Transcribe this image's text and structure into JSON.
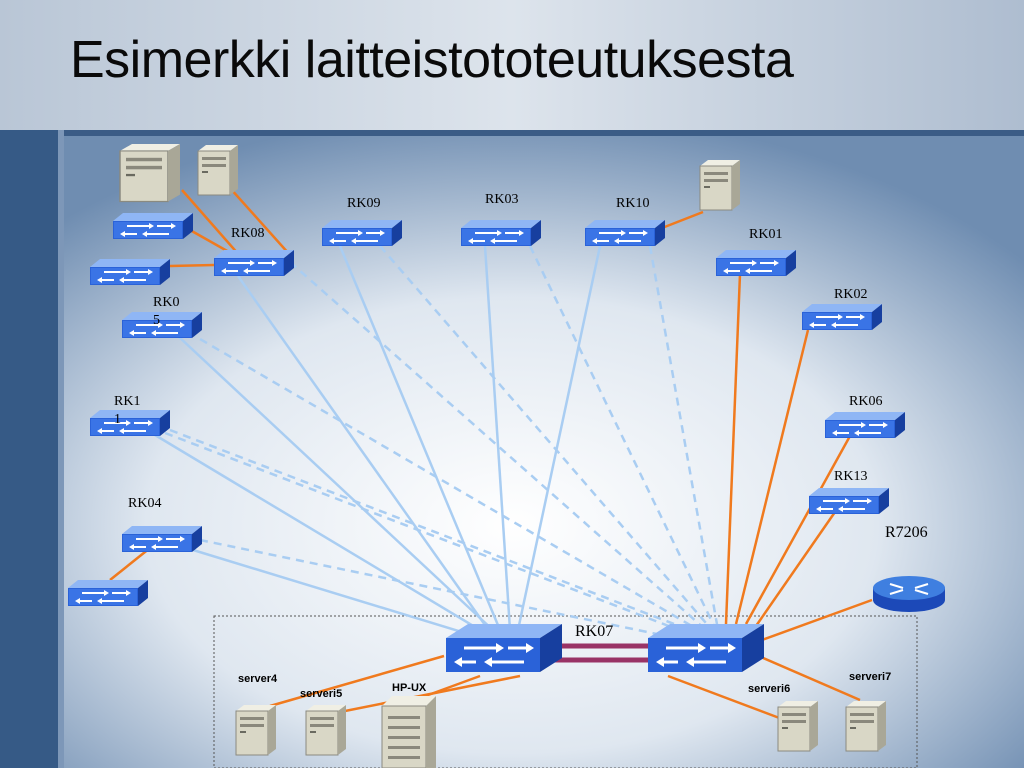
{
  "title": "Esimerkki laitteistototeutuksesta",
  "switch_labels": {
    "rk08": "RK08",
    "rk09": "RK09",
    "rk03": "RK03",
    "rk10": "RK10",
    "rk01": "RK01",
    "rk02": "RK02",
    "rk05_line1": "RK0",
    "rk05_line2": "5",
    "rk11_line1": "RK1",
    "rk11_line2": "1",
    "rk04": "RK04",
    "rk06": "RK06",
    "rk13": "RK13",
    "rk07": "RK07"
  },
  "router_label": "R7206",
  "server_labels": {
    "server4": "server4",
    "serveri5": "serveri5",
    "hpux": "HP-UX",
    "serveri6": "serveri6",
    "serveri7": "serveri7"
  },
  "colors": {
    "switch_top": "#3f7fe0",
    "switch_side": "#1c49b8",
    "link_fiber": "#a9cdf2",
    "link_copper": "#f07a1e",
    "trunk": "#993366"
  }
}
